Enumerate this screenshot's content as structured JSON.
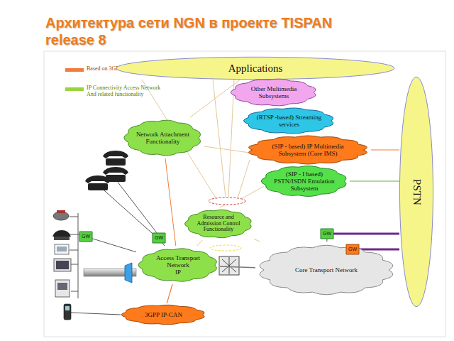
{
  "diagram": {
    "title": "Архитектура сети NGN в проекте TISPAN release 8",
    "nodes": [
      {
        "text": [
          "Applications"
        ]
      },
      {
        "text": [
          "PSTN"
        ]
      },
      {
        "text": [
          "Other Multimedia Subsystems"
        ]
      },
      {
        "text": [
          "(RTSP -based) Streaming services"
        ]
      },
      {
        "text": [
          "Network Attachment Functionality"
        ]
      },
      {
        "text": [
          "(SIP - based) IP Multimedia Subsystem (Core IMS)"
        ]
      },
      {
        "text": [
          "(SIP - I based) PSTN/ISDN Emulation Subsystem"
        ]
      },
      {
        "text": [
          "Resource and Admission Control Functionality"
        ]
      },
      {
        "text": [
          "Access Transport Network",
          "IP"
        ]
      },
      {
        "text": [
          "Core Transport Network"
        ]
      },
      {
        "text": [
          "3GPP IP-CAN"
        ]
      },
      {
        "text": [
          "GW"
        ]
      },
      {
        "text": [
          "GW"
        ]
      },
      {
        "text": [
          "GW"
        ]
      },
      {
        "text": [
          "GW"
        ]
      }
    ],
    "edges": [
      {
        "from": 0,
        "to": 2,
        "arrow": "none"
      },
      {
        "from": 0,
        "to": 4,
        "arrow": "none"
      },
      {
        "from": 5,
        "to": 1,
        "arrow": "none"
      },
      {
        "from": 6,
        "to": 1,
        "arrow": "none"
      },
      {
        "from": 4,
        "to": 8,
        "arrow": "none"
      },
      {
        "from": 7,
        "to": 8,
        "arrow": "none"
      },
      {
        "from": 7,
        "to": 9,
        "arrow": "none"
      },
      {
        "from": 8,
        "to": 9,
        "arrow": "none"
      },
      {
        "from": 11,
        "to": 8,
        "arrow": "none"
      },
      {
        "from": 12,
        "to": 8,
        "arrow": "none"
      },
      {
        "from": 13,
        "to": 9,
        "arrow": "none"
      },
      {
        "from": 13,
        "to": 1,
        "arrow": "none"
      },
      {
        "from": 14,
        "to": 1,
        "arrow": "none"
      },
      {
        "from": 10,
        "to": 8,
        "arrow": "none"
      }
    ],
    "legend": [
      {
        "text": "Based on 3GPP IMS R6",
        "color": "#f07c3a"
      },
      {
        "text": "IP Connectivity Access Network And related functionality",
        "color": "#9bd33c"
      }
    ]
  }
}
